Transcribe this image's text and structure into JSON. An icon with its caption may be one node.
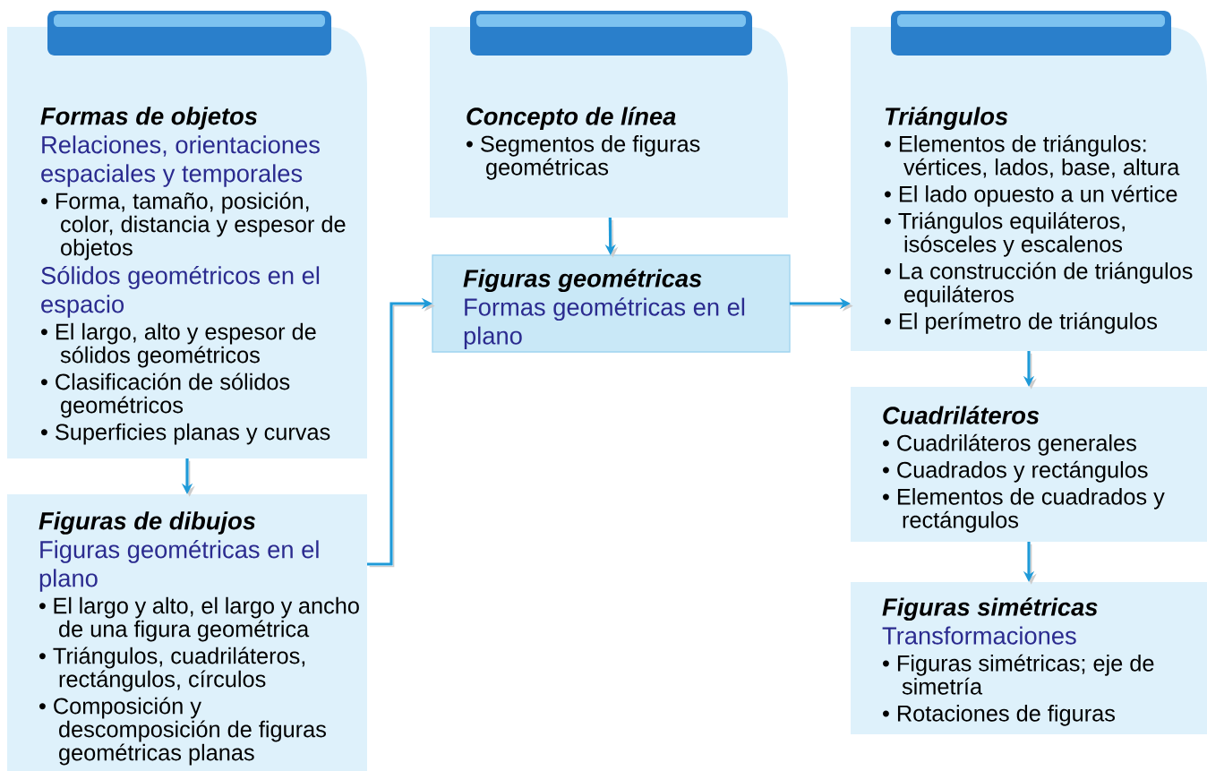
{
  "diagram": {
    "nodes": [
      {
        "text": [
          "Formas de objetos",
          "Relaciones, orientaciones espaciales y temporales",
          "• Forma, tamaño, posición, color, distancia y espesor de objetos",
          "Sólidos geométricos en el espacio",
          "• El largo, alto y espesor de sólidos geométricos",
          "• Clasificación de sólidos geométricos",
          "• Superficies planas y curvas"
        ]
      },
      {
        "text": [
          "Figuras de dibujos",
          "Figuras geométricas en el plano",
          "• El largo y alto, el largo y ancho de una figura geométrica",
          "• Triángulos, cuadriláteros, rectángulos, círculos",
          "• Composición y descomposición de figuras geométricas planas"
        ]
      },
      {
        "text": [
          "Concepto de línea",
          "• Segmentos de figuras geométricas"
        ]
      },
      {
        "text": [
          "Figuras geométricas",
          "Formas geométricas en el plano"
        ]
      },
      {
        "text": [
          "Triángulos",
          "• Elementos de triángulos: vértices, lados, base, altura",
          "• El lado opuesto a un vértice",
          "• Triángulos equiláteros, isósceles y escalenos",
          "• La construcción de triángulos equiláteros",
          "• El perímetro de triángulos"
        ]
      },
      {
        "text": [
          "Cuadriláteros",
          "• Cuadriláteros generales",
          "• Cuadrados y rectángulos",
          "• Elementos de cuadrados y rectángulos"
        ]
      },
      {
        "text": [
          "Figuras simétricas",
          "Transformaciones",
          "• Figuras simétricas; eje de simetría",
          "• Rotaciones de figuras"
        ]
      }
    ],
    "edges": [
      {
        "from": 0,
        "to": 1,
        "arrow": "to"
      },
      {
        "from": 1,
        "to": 3,
        "arrow": "to"
      },
      {
        "from": 2,
        "to": 3,
        "arrow": "to"
      },
      {
        "from": 3,
        "to": 4,
        "arrow": "to"
      },
      {
        "from": 4,
        "to": 5,
        "arrow": "to"
      },
      {
        "from": 5,
        "to": 6,
        "arrow": "to"
      }
    ]
  }
}
